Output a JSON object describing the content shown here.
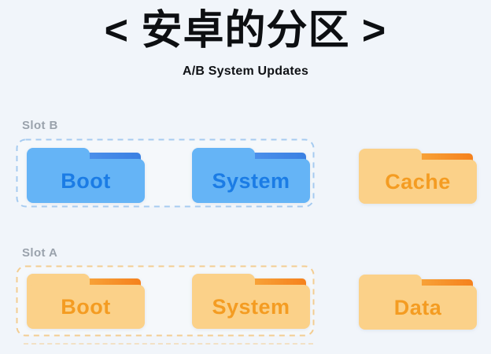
{
  "header": {
    "title": "< 安卓的分区 >",
    "subtitle": "A/B System Updates"
  },
  "slots": [
    {
      "id": "slot-b",
      "label": "Slot B",
      "theme": "blue",
      "folders": [
        "Boot",
        "System"
      ]
    },
    {
      "id": "slot-a",
      "label": "Slot A",
      "theme": "orange",
      "folders": [
        "Boot",
        "System"
      ]
    }
  ],
  "standalone_folders": [
    {
      "label": "Cache",
      "theme": "orange"
    },
    {
      "label": "Data",
      "theme": "orange"
    }
  ],
  "colors": {
    "background": "#f1f5fa",
    "title_text": "#0d0f12",
    "slot_label_text": "#9aa2ac",
    "blue_folder_body": "#65b4f6",
    "blue_folder_accent_start": "#4f93ec",
    "blue_folder_accent_end": "#3a80e2",
    "blue_folder_text": "#1b7ce5",
    "blue_box_border": "#a6cbf0",
    "orange_folder_body": "#fbd189",
    "orange_folder_accent_start": "#f8a93e",
    "orange_folder_accent_end": "#f5811d",
    "orange_folder_text": "#f49c22",
    "orange_box_border": "#f3cd92"
  }
}
